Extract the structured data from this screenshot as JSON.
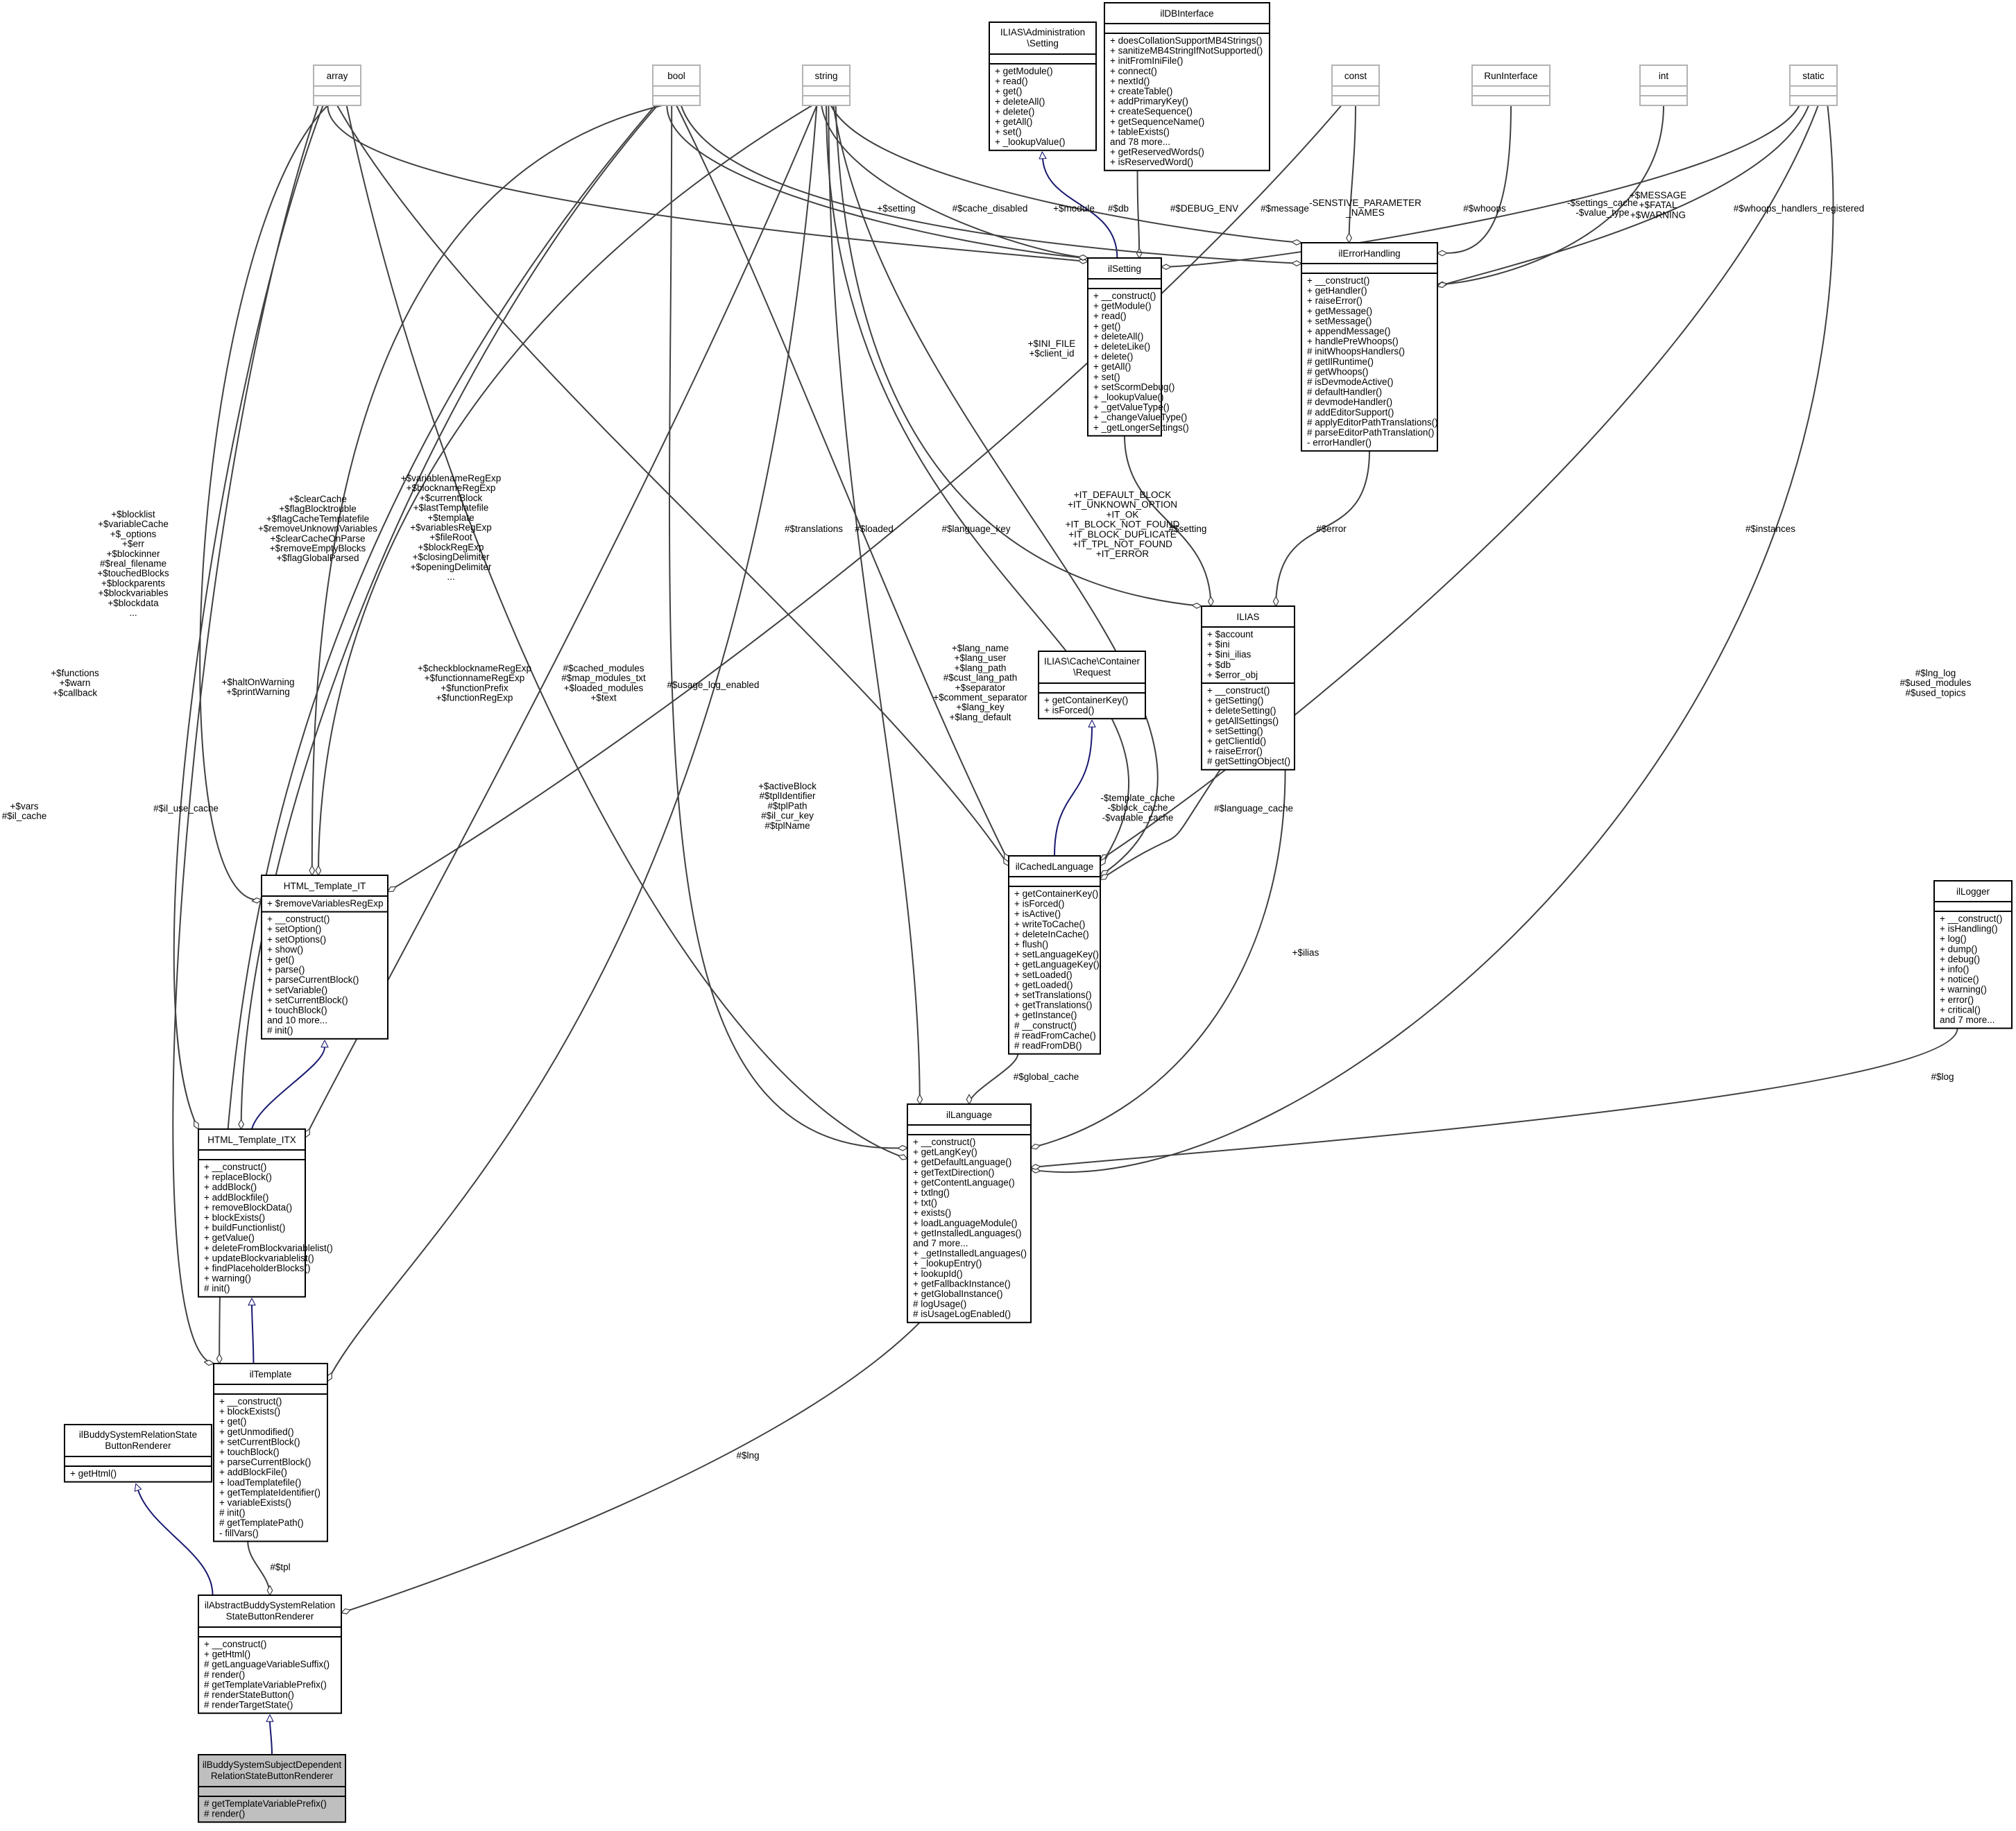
{
  "classes": [
    {
      "id": "array",
      "title": [
        "array"
      ],
      "style": "grey",
      "attrs": [],
      "methods": []
    },
    {
      "id": "bool",
      "title": [
        "bool"
      ],
      "style": "grey",
      "attrs": [],
      "methods": []
    },
    {
      "id": "string",
      "title": [
        "string"
      ],
      "style": "grey",
      "attrs": [],
      "methods": []
    },
    {
      "id": "admin_setting",
      "title": [
        "ILIAS\\Administration",
        "\\Setting"
      ],
      "style": "normal",
      "attrs": [],
      "methods": [
        "+ getModule()",
        "+ read()",
        "+ get()",
        "+ deleteAll()",
        "+ delete()",
        "+ getAll()",
        "+ set()",
        "+ _lookupValue()"
      ]
    },
    {
      "id": "ildb",
      "title": [
        "ilDBInterface"
      ],
      "style": "normal",
      "attrs": [],
      "methods": [
        "+ doesCollationSupportMB4Strings()",
        "+ sanitizeMB4StringIfNotSupported()",
        "+ initFromIniFile()",
        "+ connect()",
        "+ nextId()",
        "+ createTable()",
        "+ addPrimaryKey()",
        "+ createSequence()",
        "+ getSequenceName()",
        "+ tableExists()",
        "and 78 more...",
        "+ getReservedWords()",
        "+ isReservedWord()"
      ]
    },
    {
      "id": "const",
      "title": [
        "const"
      ],
      "style": "grey",
      "attrs": [],
      "methods": []
    },
    {
      "id": "run",
      "title": [
        "RunInterface"
      ],
      "style": "grey",
      "attrs": [],
      "methods": []
    },
    {
      "id": "int",
      "title": [
        "int"
      ],
      "style": "grey",
      "attrs": [],
      "methods": []
    },
    {
      "id": "static",
      "title": [
        "static"
      ],
      "style": "grey",
      "attrs": [],
      "methods": []
    },
    {
      "id": "ilsetting",
      "title": [
        "ilSetting"
      ],
      "style": "normal",
      "attrs": [],
      "methods": [
        "+ __construct()",
        "+ getModule()",
        "+ read()",
        "+ get()",
        "+ deleteAll()",
        "+ deleteLike()",
        "+ delete()",
        "+ getAll()",
        "+ set()",
        "+ setScormDebug()",
        "+ _lookupValue()",
        "+ _getValueType()",
        "+ _changeValueType()",
        "+ _getLongerSettings()"
      ]
    },
    {
      "id": "ilerror",
      "title": [
        "ilErrorHandling"
      ],
      "style": "normal",
      "attrs": [],
      "methods": [
        "+ __construct()",
        "+ getHandler()",
        "+ raiseError()",
        "+ getMessage()",
        "+ setMessage()",
        "+ appendMessage()",
        "+ handlePreWhoops()",
        "# initWhoopsHandlers()",
        "# getIlRuntime()",
        "# getWhoops()",
        "# isDevmodeActive()",
        "# defaultHandler()",
        "# devmodeHandler()",
        "# addEditorSupport()",
        "# applyEditorPathTranslations()",
        "# parseEditorPathTranslation()",
        "- errorHandler()"
      ]
    },
    {
      "id": "ilias",
      "title": [
        "ILIAS"
      ],
      "style": "normal",
      "attrs": [
        "+ $account",
        "+ $ini",
        "+ $ini_ilias",
        "+ $db",
        "+ $error_obj"
      ],
      "methods": [
        "+ __construct()",
        "+ getSetting()",
        "+ deleteSetting()",
        "+ getAllSettings()",
        "+ setSetting()",
        "+ getClientId()",
        "+ raiseError()",
        "# getSettingObject()"
      ]
    },
    {
      "id": "cache_req",
      "title": [
        "ILIAS\\Cache\\Container",
        "\\Request"
      ],
      "style": "normal",
      "attrs": [],
      "methods": [
        "+ getContainerKey()",
        "+ isForced()"
      ]
    },
    {
      "id": "cachedlang",
      "title": [
        "ilCachedLanguage"
      ],
      "style": "normal",
      "attrs": [],
      "methods": [
        "+ getContainerKey()",
        "+ isForced()",
        "+ isActive()",
        "+ writeToCache()",
        "+ deleteInCache()",
        "+ flush()",
        "+ setLanguageKey()",
        "+ getLanguageKey()",
        "+ setLoaded()",
        "+ getLoaded()",
        "+ setTranslations()",
        "+ getTranslations()",
        "+ getInstance()",
        "# __construct()",
        "# readFromCache()",
        "# readFromDB()"
      ]
    },
    {
      "id": "illogger",
      "title": [
        "ilLogger"
      ],
      "style": "normal",
      "attrs": [],
      "methods": [
        "+ __construct()",
        "+ isHandling()",
        "+ log()",
        "+ dump()",
        "+ debug()",
        "+ info()",
        "+ notice()",
        "+ warning()",
        "+ error()",
        "+ critical()",
        "and 7 more..."
      ]
    },
    {
      "id": "tplit",
      "title": [
        "HTML_Template_IT"
      ],
      "style": "normal",
      "attrs": [
        "+ $removeVariablesRegExp"
      ],
      "methods": [
        "+ __construct()",
        "+ setOption()",
        "+ setOptions()",
        "+ show()",
        "+ get()",
        "+ parse()",
        "+ parseCurrentBlock()",
        "+ setVariable()",
        "+ setCurrentBlock()",
        "+ touchBlock()",
        "and 10 more...",
        "# init()"
      ]
    },
    {
      "id": "tplitx",
      "title": [
        "HTML_Template_ITX"
      ],
      "style": "normal",
      "attrs": [],
      "methods": [
        "+ __construct()",
        "+ replaceBlock()",
        "+ addBlock()",
        "+ addBlockfile()",
        "+ removeBlockData()",
        "+ blockExists()",
        "+ buildFunctionlist()",
        "+ getValue()",
        "+ deleteFromBlockvariablelist()",
        "+ updateBlockvariablelist()",
        "+ findPlaceholderBlocks()",
        "+ warning()",
        "# init()"
      ]
    },
    {
      "id": "illanguage",
      "title": [
        "ilLanguage"
      ],
      "style": "normal",
      "attrs": [],
      "methods": [
        "+ __construct()",
        "+ getLangKey()",
        "+ getDefaultLanguage()",
        "+ getTextDirection()",
        "+ getContentLanguage()",
        "+ txtlng()",
        "+ txt()",
        "+ exists()",
        "+ loadLanguageModule()",
        "+ getInstalledLanguages()",
        "and 7 more...",
        "+ _getInstalledLanguages()",
        "+ _lookupEntry()",
        "+ lookupId()",
        "+ getFallbackInstance()",
        "+ getGlobalInstance()",
        "# logUsage()",
        "# isUsageLogEnabled()"
      ]
    },
    {
      "id": "iltemplate",
      "title": [
        "ilTemplate"
      ],
      "style": "normal",
      "attrs": [],
      "methods": [
        "+ __construct()",
        "+ blockExists()",
        "+ get()",
        "+ getUnmodified()",
        "+ setCurrentBlock()",
        "+ touchBlock()",
        "+ parseCurrentBlock()",
        "+ addBlockFile()",
        "+ loadTemplatefile()",
        "+ getTemplateIdentifier()",
        "+ variableExists()",
        "# init()",
        "# getTemplatePath()",
        "- fillVars()"
      ]
    },
    {
      "id": "buddy_iface",
      "title": [
        "ilBuddySystemRelationState",
        "ButtonRenderer"
      ],
      "style": "normal",
      "attrs": [],
      "methods": [
        "+ getHtml()"
      ]
    },
    {
      "id": "abstract",
      "title": [
        "ilAbstractBuddySystemRelation",
        "StateButtonRenderer"
      ],
      "style": "normal",
      "attrs": [],
      "methods": [
        "+ __construct()",
        "+ getHtml()",
        "# getLanguageVariableSuffix()",
        "# render()",
        "# getTemplateVariablePrefix()",
        "# renderStateButton()",
        "# renderTargetState()"
      ]
    },
    {
      "id": "subject",
      "title": [
        "ilBuddySystemSubjectDependent",
        "RelationStateButtonRenderer"
      ],
      "style": "focus",
      "attrs": [],
      "methods": [
        "# getTemplateVariablePrefix()",
        "# render()"
      ]
    }
  ],
  "edge_labels": {
    "setting": [
      "+$setting"
    ],
    "cache_disabled": [
      "#$cache_disabled"
    ],
    "module": [
      "+$module"
    ],
    "db": [
      "#$db"
    ],
    "debug_env": [
      "#$DEBUG_ENV"
    ],
    "message": [
      "#$message"
    ],
    "sensitive": [
      "-SENSTIVE_PARAMETER",
      "_NAMES"
    ],
    "whoops": [
      "#$whoops"
    ],
    "settings_cache": [
      "-$settings_cache",
      "-$value_type"
    ],
    "error_consts": [
      "+$MESSAGE",
      "+$FATAL",
      "+$WARNING"
    ],
    "whoops_reg": [
      "#$whoops_handlers_registered"
    ],
    "ini_file": [
      "+$INI_FILE",
      "+$client_id"
    ],
    "it_consts": [
      "+IT_DEFAULT_BLOCK",
      "+IT_UNKNOWN_OPTION",
      "+IT_OK",
      "+IT_BLOCK_NOT_FOUND",
      "+IT_BLOCK_DUPLICATE",
      "+IT_TPL_NOT_FOUND",
      "+IT_ERROR"
    ],
    "setting2": [
      "#$setting"
    ],
    "error": [
      "#$error"
    ],
    "instances": [
      "#$instances"
    ],
    "blocklist": [
      "+$blocklist",
      "+$variableCache",
      "+$_options",
      "+$err",
      "+$blockinner",
      "#$real_filename",
      "+$touchedBlocks",
      "+$blockparents",
      "+$blockvariables",
      "+$blockdata",
      "..."
    ],
    "clear_cache": [
      "+$clearCache",
      "+$flagBlocktrouble",
      "+$flagCacheTemplatefile",
      "+$removeUnknownVariables",
      "+$clearCacheOnParse",
      "+$removeEmptyBlocks",
      "+$flagGlobalParsed"
    ],
    "variablename": [
      "+$variablenameRegExp",
      "+$blocknameRegExp",
      "+$currentBlock",
      "+$lastTemplatefile",
      "+$template",
      "+$variablesRegExp",
      "+$fileRoot",
      "+$blockRegExp",
      "+$closingDelimiter",
      "+$openingDelimiter",
      "..."
    ],
    "translations": [
      "#$translations"
    ],
    "loaded": [
      "#$loaded"
    ],
    "language_key": [
      "#$language_key"
    ],
    "functions": [
      "+$functions",
      "+$warn",
      "+$callback"
    ],
    "halt": [
      "+$haltOnWarning",
      "+$printWarning"
    ],
    "checkblock": [
      "+$checkblocknameRegExp",
      "+$functionnameRegExp",
      "+$functionPrefix",
      "+$functionRegExp"
    ],
    "cached_modules": [
      "#$cached_modules",
      "#$map_modules_txt",
      "+$loaded_modules",
      "+$text"
    ],
    "usage_log": [
      "#$usage_log_enabled"
    ],
    "lang_name": [
      "+$lang_name",
      "+$lang_user",
      "+$lang_path",
      "#$cust_lang_path",
      "+$separator",
      "+$comment_separator",
      "+$lang_key",
      "+$lang_default"
    ],
    "lng_log": [
      "#$lng_log",
      "#$used_modules",
      "#$used_topics"
    ],
    "active_block": [
      "+$activeBlock",
      "#$tplIdentifier",
      "#$tplPath",
      "#$il_cur_key",
      "#$tplName"
    ],
    "template_cache": [
      "-$template_cache",
      "-$block_cache",
      "-$variable_cache"
    ],
    "language_cache": [
      "#$language_cache"
    ],
    "vars": [
      "+$vars",
      "#$il_cache"
    ],
    "il_use_cache": [
      "#$il_use_cache"
    ],
    "ilias": [
      "+$ilias"
    ],
    "global_cache": [
      "#$global_cache"
    ],
    "log": [
      "#$log"
    ],
    "lng": [
      "#$lng"
    ],
    "tpl": [
      "#$tpl"
    ]
  }
}
